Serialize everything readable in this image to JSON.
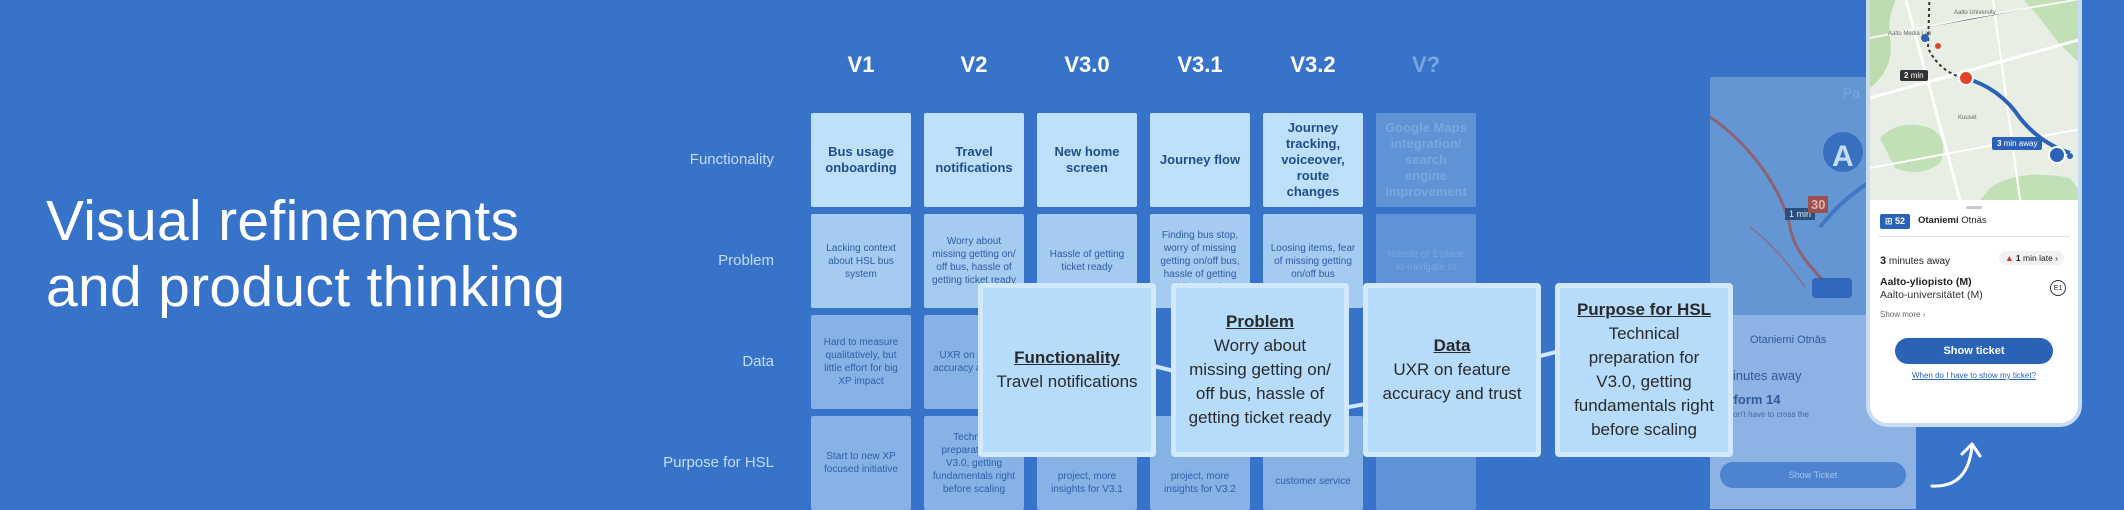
{
  "title": {
    "line1": "Visual refinements",
    "line2": "and product thinking"
  },
  "versions": [
    "V1",
    "V2",
    "V3.0",
    "V3.1",
    "V3.2",
    "V?"
  ],
  "row_labels": [
    "Functionality",
    "Problem",
    "Data",
    "Purpose for HSL"
  ],
  "grid": {
    "functionality": [
      "Bus usage onboarding",
      "Travel notifications",
      "New home screen",
      "Journey flow",
      "Journey tracking, voiceover, route changes",
      "Google Maps integration/ search engine improvement"
    ],
    "problem": [
      "Lacking context about HSL bus system",
      "Worry about missing getting on/ off bus, hassle of getting ticket ready",
      "Hassle of getting ticket ready",
      "Finding bus stop, worry of missing getting on/off bus, hassle of getting ticket ready",
      "Loosing items, fear of missing getting on/off bus",
      "Hassle of 1 place to navigate to"
    ],
    "data": [
      "Hard to measure qualitatively, but little effort for big XP impact",
      "UXR on feature accuracy and trust"
    ],
    "purpose": [
      "Start to new XP focused initiative",
      "Technical preparation for V3.0, getting fundamentals right before scaling",
      "project, more insights for V3.1",
      "project, more insights for V3.2",
      "customer service"
    ]
  },
  "cards": [
    {
      "title": "Functionality",
      "body": "Travel notifications"
    },
    {
      "title": "Problem",
      "body": "Worry about missing getting on/ off bus, hassle of getting ticket ready"
    },
    {
      "title": "Data",
      "body": "UXR on feature accuracy and trust"
    },
    {
      "title": "Purpose for HSL",
      "body": "Technical preparation for V3.0, getting fundamentals right before scaling"
    }
  ],
  "background_phone": {
    "stop": "Otaniemi Otnäs",
    "minutes": "minutes away",
    "platform": "atform 14",
    "platform_note": "u don't have to cross the",
    "show_ticket": "Show Ticket",
    "map_labels": [
      "Pa",
      "1 min",
      "30"
    ]
  },
  "phone": {
    "map": {
      "walk_minutes": "2",
      "walk_unit": "min",
      "away_minutes": "3",
      "away_text": "min away",
      "labels": [
        "Aalto Media Lab",
        "Aalto University",
        "Kuuset"
      ]
    },
    "route_number": "52",
    "route_from": "Otaniemi",
    "route_to": "Otnäs",
    "minutes_value": "3",
    "minutes_text": "minutes away",
    "late_value": "1",
    "late_text": "min late",
    "stop_name": "Aalto-yliopisto (M)",
    "stop_name_sv": "Aalto-universitätet (M)",
    "stop_number": "E1",
    "show_more": "Show more",
    "ticket_button": "Show ticket",
    "ticket_link": "When do I have to show my ticket?"
  },
  "colors": {
    "background": "#3774c9",
    "card": "#b7dcfb",
    "accent": "#2a62b8"
  }
}
